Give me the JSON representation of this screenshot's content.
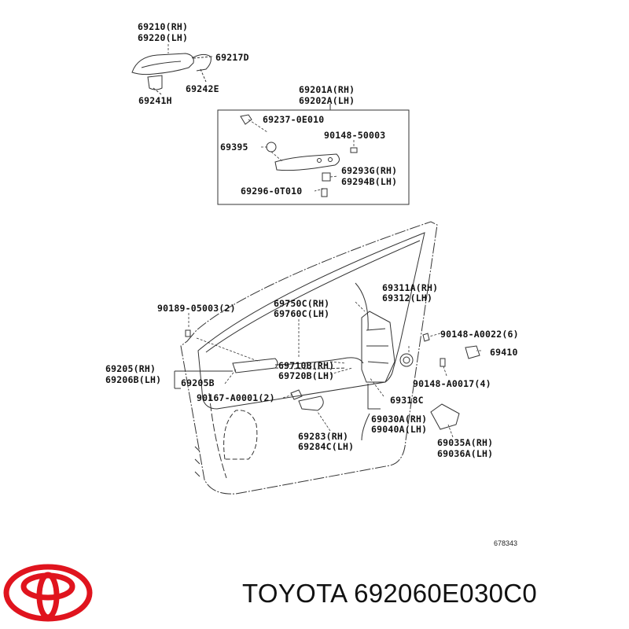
{
  "labels": {
    "p69210": "69210(RH)",
    "p69220": "69220(LH)",
    "p69217D": "69217D",
    "p69242E": "69242E",
    "p69241H": "69241H",
    "p69201A": "69201A(RH)",
    "p69202A": "69202A(LH)",
    "p69237": "69237-0E010",
    "p90148_50003": "90148-50003",
    "p69395": "69395",
    "p69293G": "69293G(RH)",
    "p69294B": "69294B(LH)",
    "p69296": "69296-0T010",
    "p69311A": "69311A(RH)",
    "p69312": "69312(LH)",
    "p90189": "90189-05003(2)",
    "p69750C": "69750C(RH)",
    "p69760C": "69760C(LH)",
    "p90148_A0022": "90148-A0022(6)",
    "p69410": "69410",
    "p69205": "69205(RH)",
    "p69206B": "69206B(LH)",
    "p69710B": "69710B(RH)",
    "p69720B": "69720B(LH)",
    "p90148_A0017": "90148-A0017(4)",
    "p69205B": "69205B",
    "p90167": "90167-A0001(2)",
    "p69318C": "69318C",
    "p69030A": "69030A(RH)",
    "p69040A": "69040A(LH)",
    "p69283": "69283(RH)",
    "p69284C": "69284C(LH)",
    "p69035A": "69035A(RH)",
    "p69036A": "69036A(LH)"
  },
  "diagram_ref": "678343",
  "brand": {
    "text": "TOYOTA 692060E030C0",
    "logo_color": "#e0141e"
  }
}
